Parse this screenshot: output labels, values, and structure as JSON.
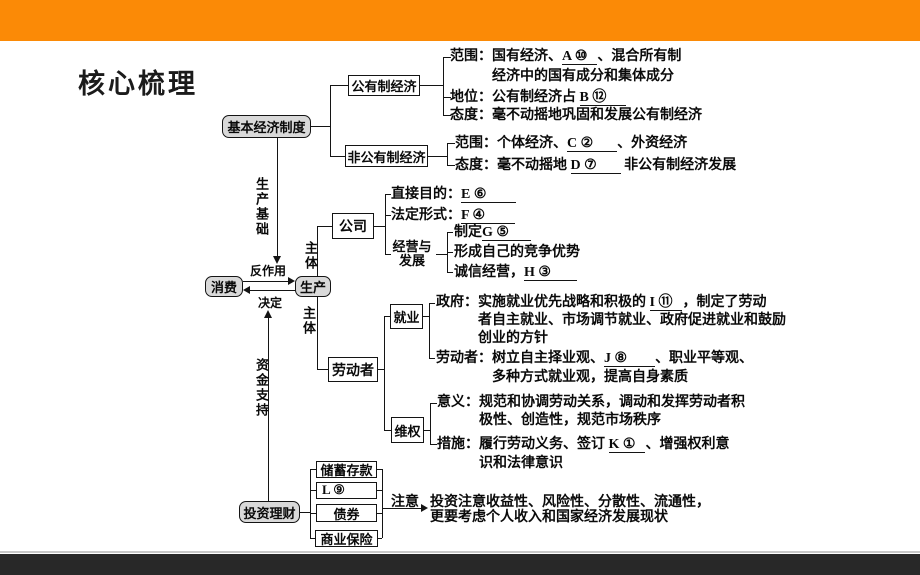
{
  "slide": {
    "title": "核心梳理"
  },
  "colors": {
    "accent": "#FB8A06",
    "footer": "#282828",
    "divider": "#C8C8C8",
    "box_fill": "#D9D9D9"
  },
  "nodes": {
    "root": "基本经济制度",
    "public": "公有制经济",
    "nonpublic": "非公有制经济",
    "company": "公司",
    "consumption": "消费",
    "production": "生产",
    "laborer": "劳动者",
    "employment": "就业",
    "rights": "维权",
    "investment": "投资理财",
    "savings": "储蓄存款",
    "l_blank": "L ⑨",
    "bonds": "债券",
    "insurance": "商业保险"
  },
  "labels": {
    "production_basis": "生产基础",
    "reaction": "反作用",
    "determines": "决定",
    "subject_upper": "主体",
    "subject_lower": "主体",
    "fund_support": "资金支持",
    "note": "注意",
    "opdev_line1": "经营与",
    "opdev_line2": "发展"
  },
  "public_detail": {
    "scope": {
      "label": "范围：",
      "l1_pre": "国有经济、",
      "l1_blank": "A ⑩",
      "l1_post": "、混合所有制",
      "l2": "经济中的国有成分和集体成分"
    },
    "status": {
      "label": "地位：",
      "pre": "公有制经济占 ",
      "blank": "B ⑫"
    },
    "attitude": {
      "label": "态度：",
      "text": "毫不动摇地巩固和发展公有制经济"
    }
  },
  "nonpublic_detail": {
    "scope": {
      "label": "范围：",
      "pre": "个体经济、",
      "blank": "C ②",
      "post": "、外资经济"
    },
    "attitude": {
      "label": "态度：",
      "pre": "毫不动摇地 ",
      "blank": "D ⑦",
      "post": " 非公有制经济发展"
    }
  },
  "company_detail": {
    "direct": {
      "label": "直接目的：",
      "blank": "E ⑥"
    },
    "legal": {
      "label": "法定形式：",
      "blank": "F ④"
    },
    "make": {
      "pre": "制定 ",
      "blank": "G ⑤"
    },
    "compete": {
      "text": "形成自己的竞争优势"
    },
    "integrity": {
      "pre": "诚信经营，",
      "blank": "H ③"
    }
  },
  "employment_detail": {
    "gov": {
      "label": "政府：",
      "l1_pre": "实施就业优先战略和积极的 ",
      "l1_blank": "I ⑪",
      "l1_post": "，制定了劳动",
      "l2": "者自主就业、市场调节就业、政府促进就业和鼓励",
      "l3": "创业的方针"
    },
    "worker": {
      "label": "劳动者：",
      "l1_pre": "树立自主择业观、",
      "l1_blank": "J ⑧",
      "l1_post": "、职业平等观、",
      "l2": "多种方式就业观，提高自身素质"
    }
  },
  "rights_detail": {
    "meaning": {
      "label": "意义：",
      "l1": "规范和协调劳动关系，调动和发挥劳动者积",
      "l2": "极性、创造性，规范市场秩序"
    },
    "measures": {
      "label": "措施：",
      "l1_pre": "履行劳动义务、签订 ",
      "l1_blank": "K ①",
      "l1_post": "、增强权利意",
      "l2": "识和法律意识"
    }
  },
  "investment_detail": {
    "note_l1": "投资注意收益性、风险性、分散性、流通性，",
    "note_l2": "更要考虑个人收入和国家经济发展现状"
  }
}
